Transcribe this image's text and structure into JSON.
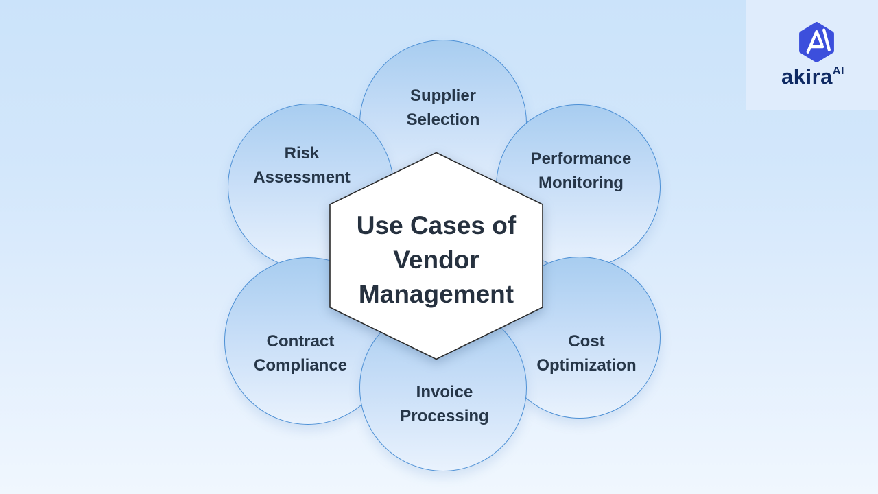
{
  "logo": {
    "brand": "akira",
    "suffix": "AI",
    "icon": "akira-hexagon-logo",
    "icon_color": "#3c4fdc",
    "text_color": "#0f2a63"
  },
  "diagram": {
    "center": {
      "shape": "hexagon",
      "line1": "Use Cases of",
      "line2": "Vendor",
      "line3": "Management",
      "fill": "#ffffff",
      "border_color": "#2b2b2b",
      "text_color": "#26313f"
    },
    "nodes": [
      {
        "id": "supplier-selection",
        "line1": "Supplier",
        "line2": "Selection"
      },
      {
        "id": "performance-monitoring",
        "line1": "Performance",
        "line2": "Monitoring"
      },
      {
        "id": "cost-optimization",
        "line1": "Cost",
        "line2": "Optimization"
      },
      {
        "id": "invoice-processing",
        "line1": "Invoice",
        "line2": "Processing"
      },
      {
        "id": "contract-compliance",
        "line1": "Contract",
        "line2": "Compliance"
      },
      {
        "id": "risk-assessment",
        "line1": "Risk",
        "line2": "Assessment"
      }
    ],
    "node_style": {
      "fill_top": "#a8cdf0",
      "fill_bottom": "#e9f2fd",
      "border_color": "#4d90d5",
      "text_color": "#263648"
    },
    "background_top": "#cbe3fa",
    "background_bottom": "#f0f7fe"
  }
}
